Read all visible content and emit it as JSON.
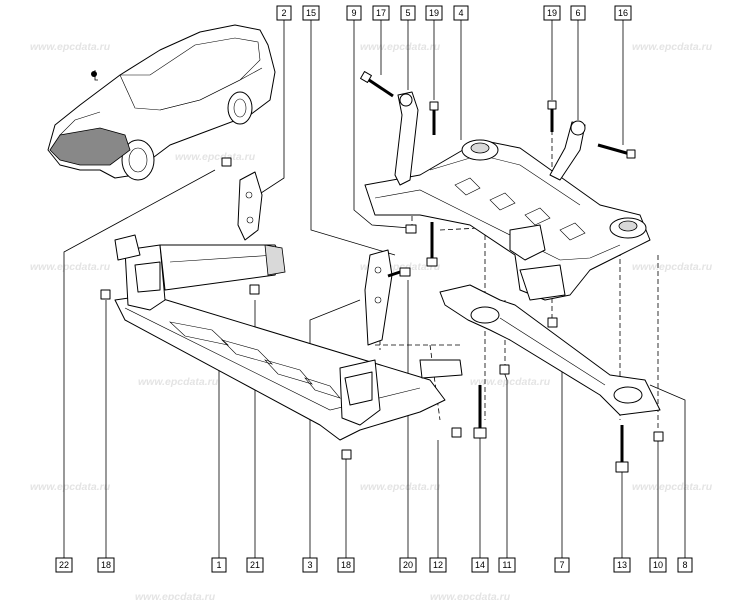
{
  "watermark": "www.epcdata.ru",
  "callouts": [
    {
      "id": "c2",
      "num": "2"
    },
    {
      "id": "c15",
      "num": "15"
    },
    {
      "id": "c9",
      "num": "9"
    },
    {
      "id": "c17",
      "num": "17"
    },
    {
      "id": "c5",
      "num": "5"
    },
    {
      "id": "c19a",
      "num": "19"
    },
    {
      "id": "c4",
      "num": "4"
    },
    {
      "id": "c19b",
      "num": "19"
    },
    {
      "id": "c6",
      "num": "6"
    },
    {
      "id": "c16",
      "num": "16"
    },
    {
      "id": "c22",
      "num": "22"
    },
    {
      "id": "c18a",
      "num": "18"
    },
    {
      "id": "c1",
      "num": "1"
    },
    {
      "id": "c21",
      "num": "21"
    },
    {
      "id": "c3",
      "num": "3"
    },
    {
      "id": "c18b",
      "num": "18"
    },
    {
      "id": "c20",
      "num": "20"
    },
    {
      "id": "c12",
      "num": "12"
    },
    {
      "id": "c14",
      "num": "14"
    },
    {
      "id": "c11",
      "num": "11"
    },
    {
      "id": "c7",
      "num": "7"
    },
    {
      "id": "c13",
      "num": "13"
    },
    {
      "id": "c10",
      "num": "10"
    },
    {
      "id": "c8",
      "num": "8"
    }
  ]
}
